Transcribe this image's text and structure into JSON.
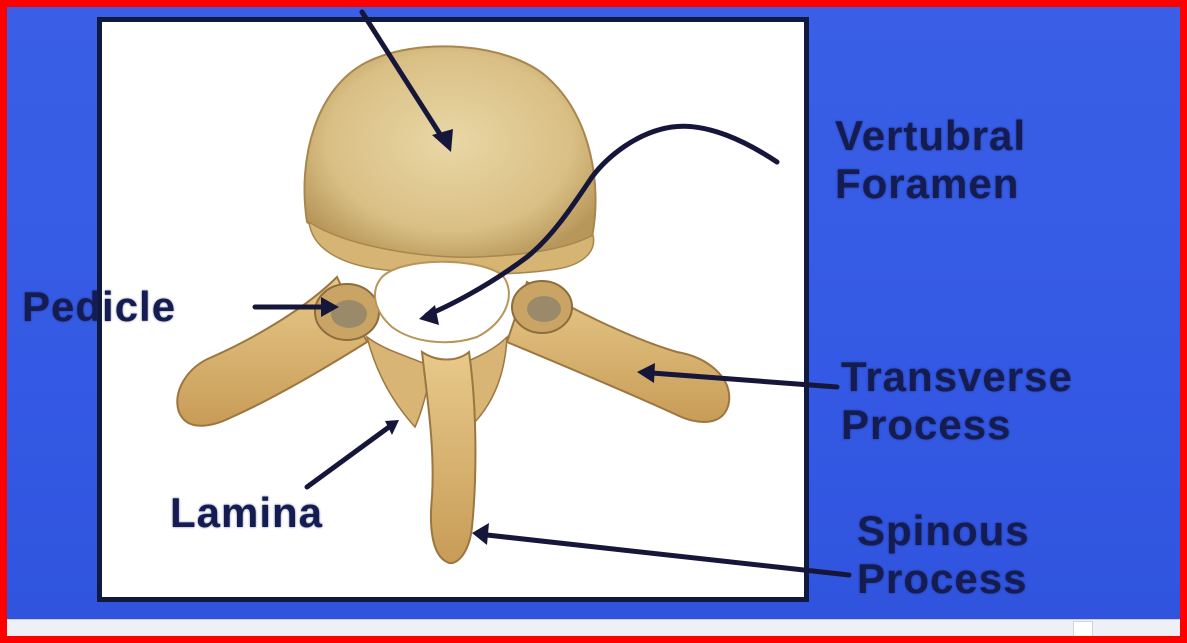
{
  "labels": {
    "vertebral_foramen": [
      "Vertubral",
      "Foramen"
    ],
    "pedicle": "Pedicle",
    "transverse_process": [
      "Transverse",
      "Process"
    ],
    "lamina": "Lamina",
    "spinous_process": [
      "Spinous",
      "Process"
    ]
  },
  "colors": {
    "frame": "#ff0000",
    "slide_background": "#3459e4",
    "label_text": "#141c52",
    "bone": "#e4c98a",
    "arrow": "#16163a"
  }
}
